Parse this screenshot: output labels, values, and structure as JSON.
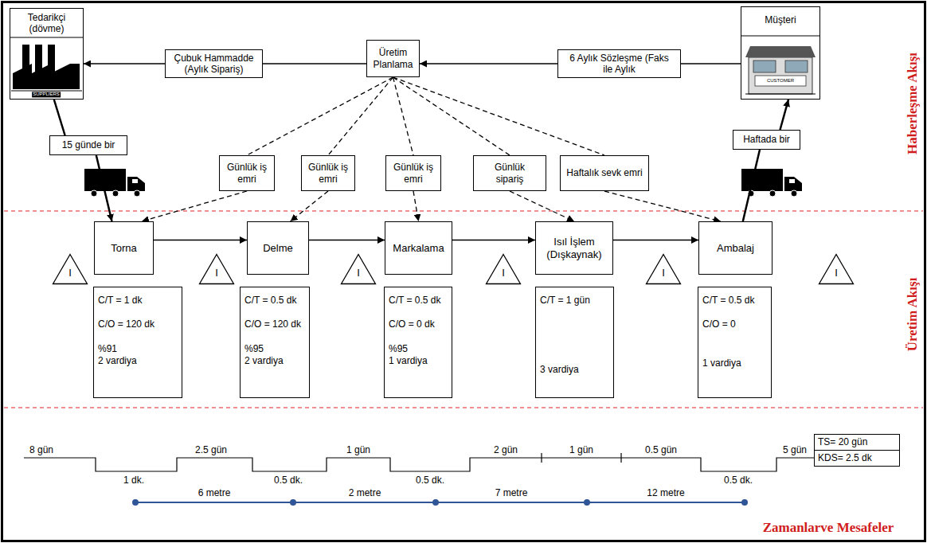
{
  "diagram": {
    "nodes": [
      {
        "text": [
          "Tedarikçi (dövme)"
        ]
      },
      {
        "text": [
          "Çubuk Hammadde (Aylık Sipariş)"
        ]
      },
      {
        "text": [
          "Üretim Planlama"
        ]
      },
      {
        "text": [
          "6 Aylık Sözleşme (Faks ile Aylık"
        ]
      },
      {
        "text": [
          "Müşteri"
        ]
      },
      {
        "text": [
          "15 günde bir"
        ]
      },
      {
        "text": [
          "Haftada bir"
        ]
      },
      {
        "text": [
          "Günlük iş emri"
        ]
      },
      {
        "text": [
          "Günlük iş emri"
        ]
      },
      {
        "text": [
          "Günlük iş emri"
        ]
      },
      {
        "text": [
          "Günlük sipariş"
        ]
      },
      {
        "text": [
          "Haftalık sevk emri"
        ]
      },
      {
        "text": [
          "Torna"
        ]
      },
      {
        "text": [
          "Delme"
        ]
      },
      {
        "text": [
          "Markalama"
        ]
      },
      {
        "text": [
          "Isıl İşlem (Dışkaynak)"
        ]
      },
      {
        "text": [
          "Ambalaj"
        ]
      },
      {
        "text": [
          "I"
        ]
      },
      {
        "text": [
          "I"
        ]
      },
      {
        "text": [
          "I"
        ]
      },
      {
        "text": [
          "I"
        ]
      },
      {
        "text": [
          "I"
        ]
      },
      {
        "text": [
          "I"
        ]
      },
      {
        "text": [
          "C/T = 1 dk",
          "C/O = 120 dk",
          "%91",
          "2 vardiya"
        ]
      },
      {
        "text": [
          "C/T = 0.5 dk",
          "C/O = 120 dk",
          "%95",
          "2 vardiya"
        ]
      },
      {
        "text": [
          "C/T = 0.5 dk",
          "C/O = 0 dk",
          "%95",
          "1 vardiya"
        ]
      },
      {
        "text": [
          "C/T = 1 gün",
          "3 vardiya"
        ]
      },
      {
        "text": [
          "C/T = 0.5 dk",
          "C/O = 0",
          "1 vardiya"
        ]
      },
      {
        "text": [
          "TS= 20 gün"
        ]
      },
      {
        "text": [
          "KDS= 2.5 dk"
        ]
      }
    ],
    "edges": [
      {
        "from": 2,
        "to": 1,
        "arrow": "none"
      },
      {
        "from": 1,
        "to": 0,
        "arrow": "to"
      },
      {
        "from": 4,
        "to": 3,
        "arrow": "none"
      },
      {
        "from": 3,
        "to": 2,
        "arrow": "to"
      },
      {
        "from": 2,
        "to": 7,
        "arrow": "none"
      },
      {
        "from": 2,
        "to": 8,
        "arrow": "none"
      },
      {
        "from": 2,
        "to": 9,
        "arrow": "none"
      },
      {
        "from": 2,
        "to": 10,
        "arrow": "none"
      },
      {
        "from": 2,
        "to": 11,
        "arrow": "none"
      },
      {
        "from": 7,
        "to": 12,
        "arrow": "to"
      },
      {
        "from": 8,
        "to": 13,
        "arrow": "to"
      },
      {
        "from": 9,
        "to": 14,
        "arrow": "to"
      },
      {
        "from": 10,
        "to": 15,
        "arrow": "to"
      },
      {
        "from": 11,
        "to": 16,
        "arrow": "to"
      },
      {
        "from": 0,
        "to": 5,
        "arrow": "none"
      },
      {
        "from": 5,
        "to": 12,
        "arrow": "to"
      },
      {
        "from": 16,
        "to": 6,
        "arrow": "none"
      },
      {
        "from": 6,
        "to": 4,
        "arrow": "to"
      },
      {
        "from": 12,
        "to": 13,
        "arrow": "to"
      },
      {
        "from": 13,
        "to": 14,
        "arrow": "to"
      },
      {
        "from": 14,
        "to": 15,
        "arrow": "to"
      },
      {
        "from": 15,
        "to": 16,
        "arrow": "to"
      }
    ],
    "labels": [
      "Haberleşme Akışı",
      "Üretim Akışı",
      "SUPPLIERS",
      "CUSTOMER",
      "8 gün",
      "1 dk.",
      "2.5 gün",
      "0.5 dk.",
      "1 gün",
      "0.5 dk.",
      "2 gün",
      "1 gün",
      "0.5 gün",
      "0.5 dk.",
      "5 gün",
      "6 metre",
      "2 metre",
      "7 metre",
      "12 metre",
      "Zamanlarve Mesafeler"
    ]
  }
}
